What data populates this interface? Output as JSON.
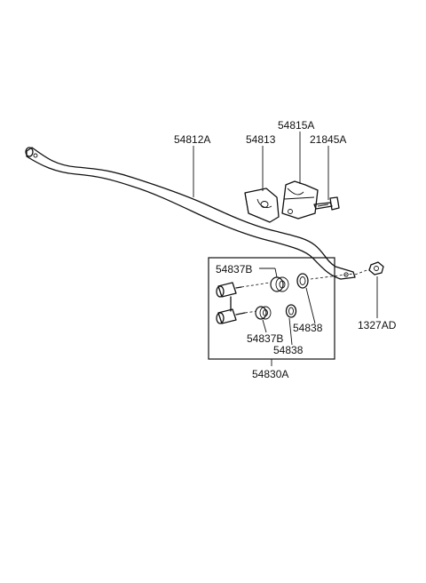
{
  "labels": {
    "stabilizer_bar": "54812A",
    "bushing": "54813",
    "bracket": "54815A",
    "bolt": "21845A",
    "nut": "1327AD",
    "link_assembly": "54830A",
    "link_bushing_upper": "54837B",
    "link_bushing_lower": "54837B",
    "link_washer_upper": "54838",
    "link_washer_lower": "54838"
  }
}
